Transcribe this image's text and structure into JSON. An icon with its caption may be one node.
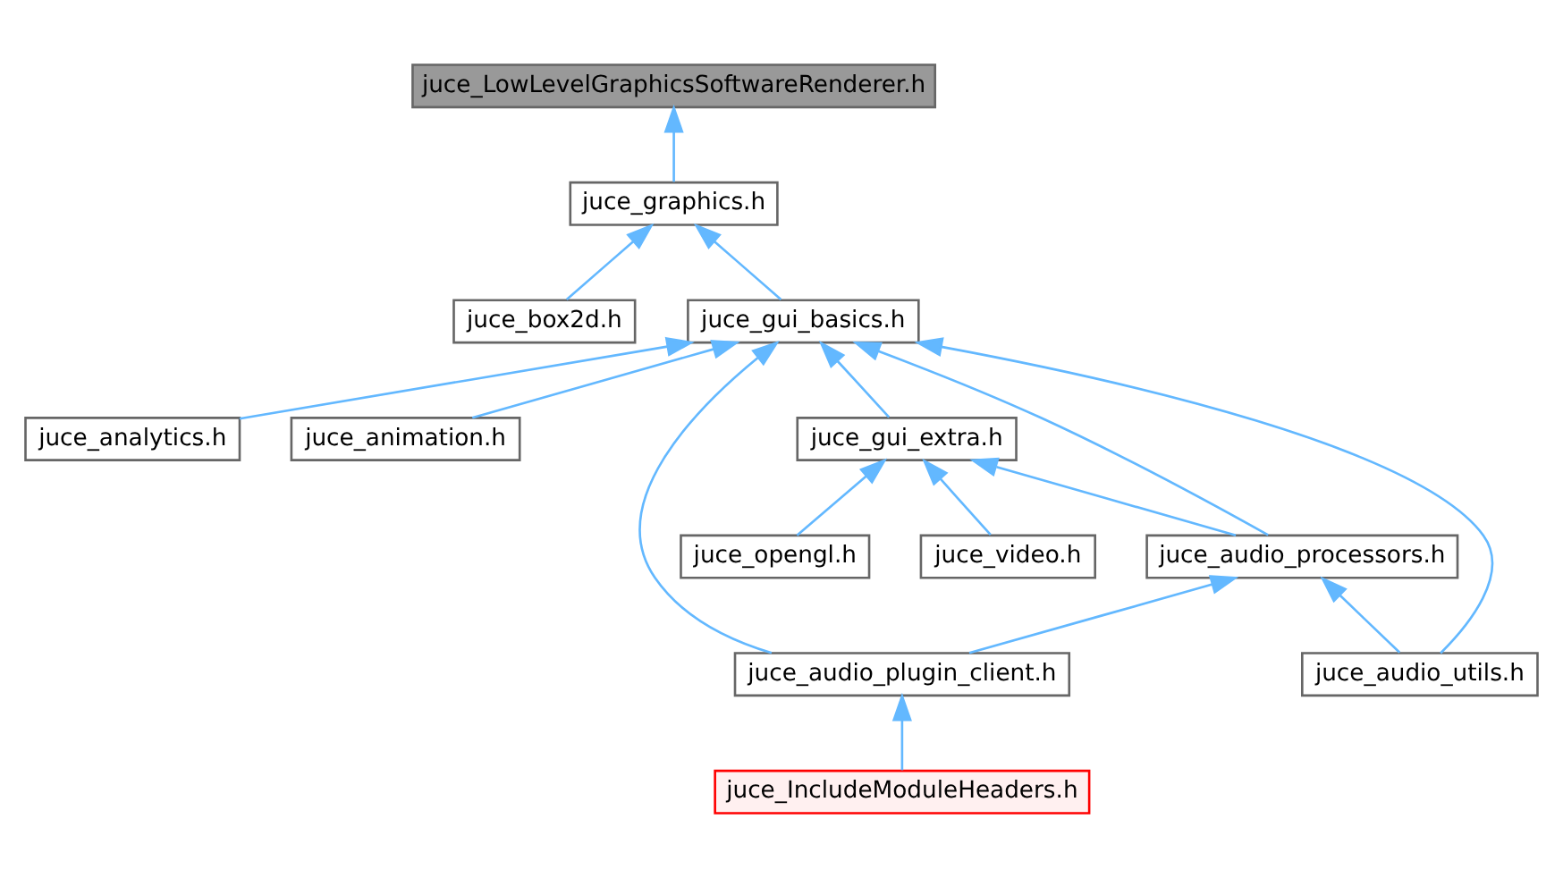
{
  "diagram": {
    "nodes": [
      {
        "text": [
          "juce_LowLevelGraphicsSoftwareRenderer.h"
        ]
      },
      {
        "text": [
          "juce_graphics.h"
        ]
      },
      {
        "text": [
          "juce_box2d.h"
        ]
      },
      {
        "text": [
          "juce_gui_basics.h"
        ]
      },
      {
        "text": [
          "juce_analytics.h"
        ]
      },
      {
        "text": [
          "juce_animation.h"
        ]
      },
      {
        "text": [
          "juce_gui_extra.h"
        ]
      },
      {
        "text": [
          "juce_audio_processors.h"
        ]
      },
      {
        "text": [
          "juce_video.h"
        ]
      },
      {
        "text": [
          "juce_opengl.h"
        ]
      },
      {
        "text": [
          "juce_audio_plugin_client.h"
        ]
      },
      {
        "text": [
          "juce_audio_utils.h"
        ]
      },
      {
        "text": [
          "juce_IncludeModuleHeaders.h"
        ]
      }
    ],
    "edges": [
      {
        "from": 1,
        "to": 0,
        "arrow": "to"
      },
      {
        "from": 2,
        "to": 1,
        "arrow": "to"
      },
      {
        "from": 3,
        "to": 1,
        "arrow": "to"
      },
      {
        "from": 4,
        "to": 3,
        "arrow": "to"
      },
      {
        "from": 5,
        "to": 3,
        "arrow": "to"
      },
      {
        "from": 6,
        "to": 3,
        "arrow": "to"
      },
      {
        "from": 7,
        "to": 3,
        "arrow": "to"
      },
      {
        "from": 10,
        "to": 3,
        "arrow": "to"
      },
      {
        "from": 11,
        "to": 3,
        "arrow": "to"
      },
      {
        "from": 7,
        "to": 6,
        "arrow": "to"
      },
      {
        "from": 8,
        "to": 6,
        "arrow": "to"
      },
      {
        "from": 9,
        "to": 6,
        "arrow": "to"
      },
      {
        "from": 10,
        "to": 7,
        "arrow": "to"
      },
      {
        "from": 11,
        "to": 7,
        "arrow": "to"
      },
      {
        "from": 12,
        "to": 10,
        "arrow": "to"
      }
    ]
  }
}
